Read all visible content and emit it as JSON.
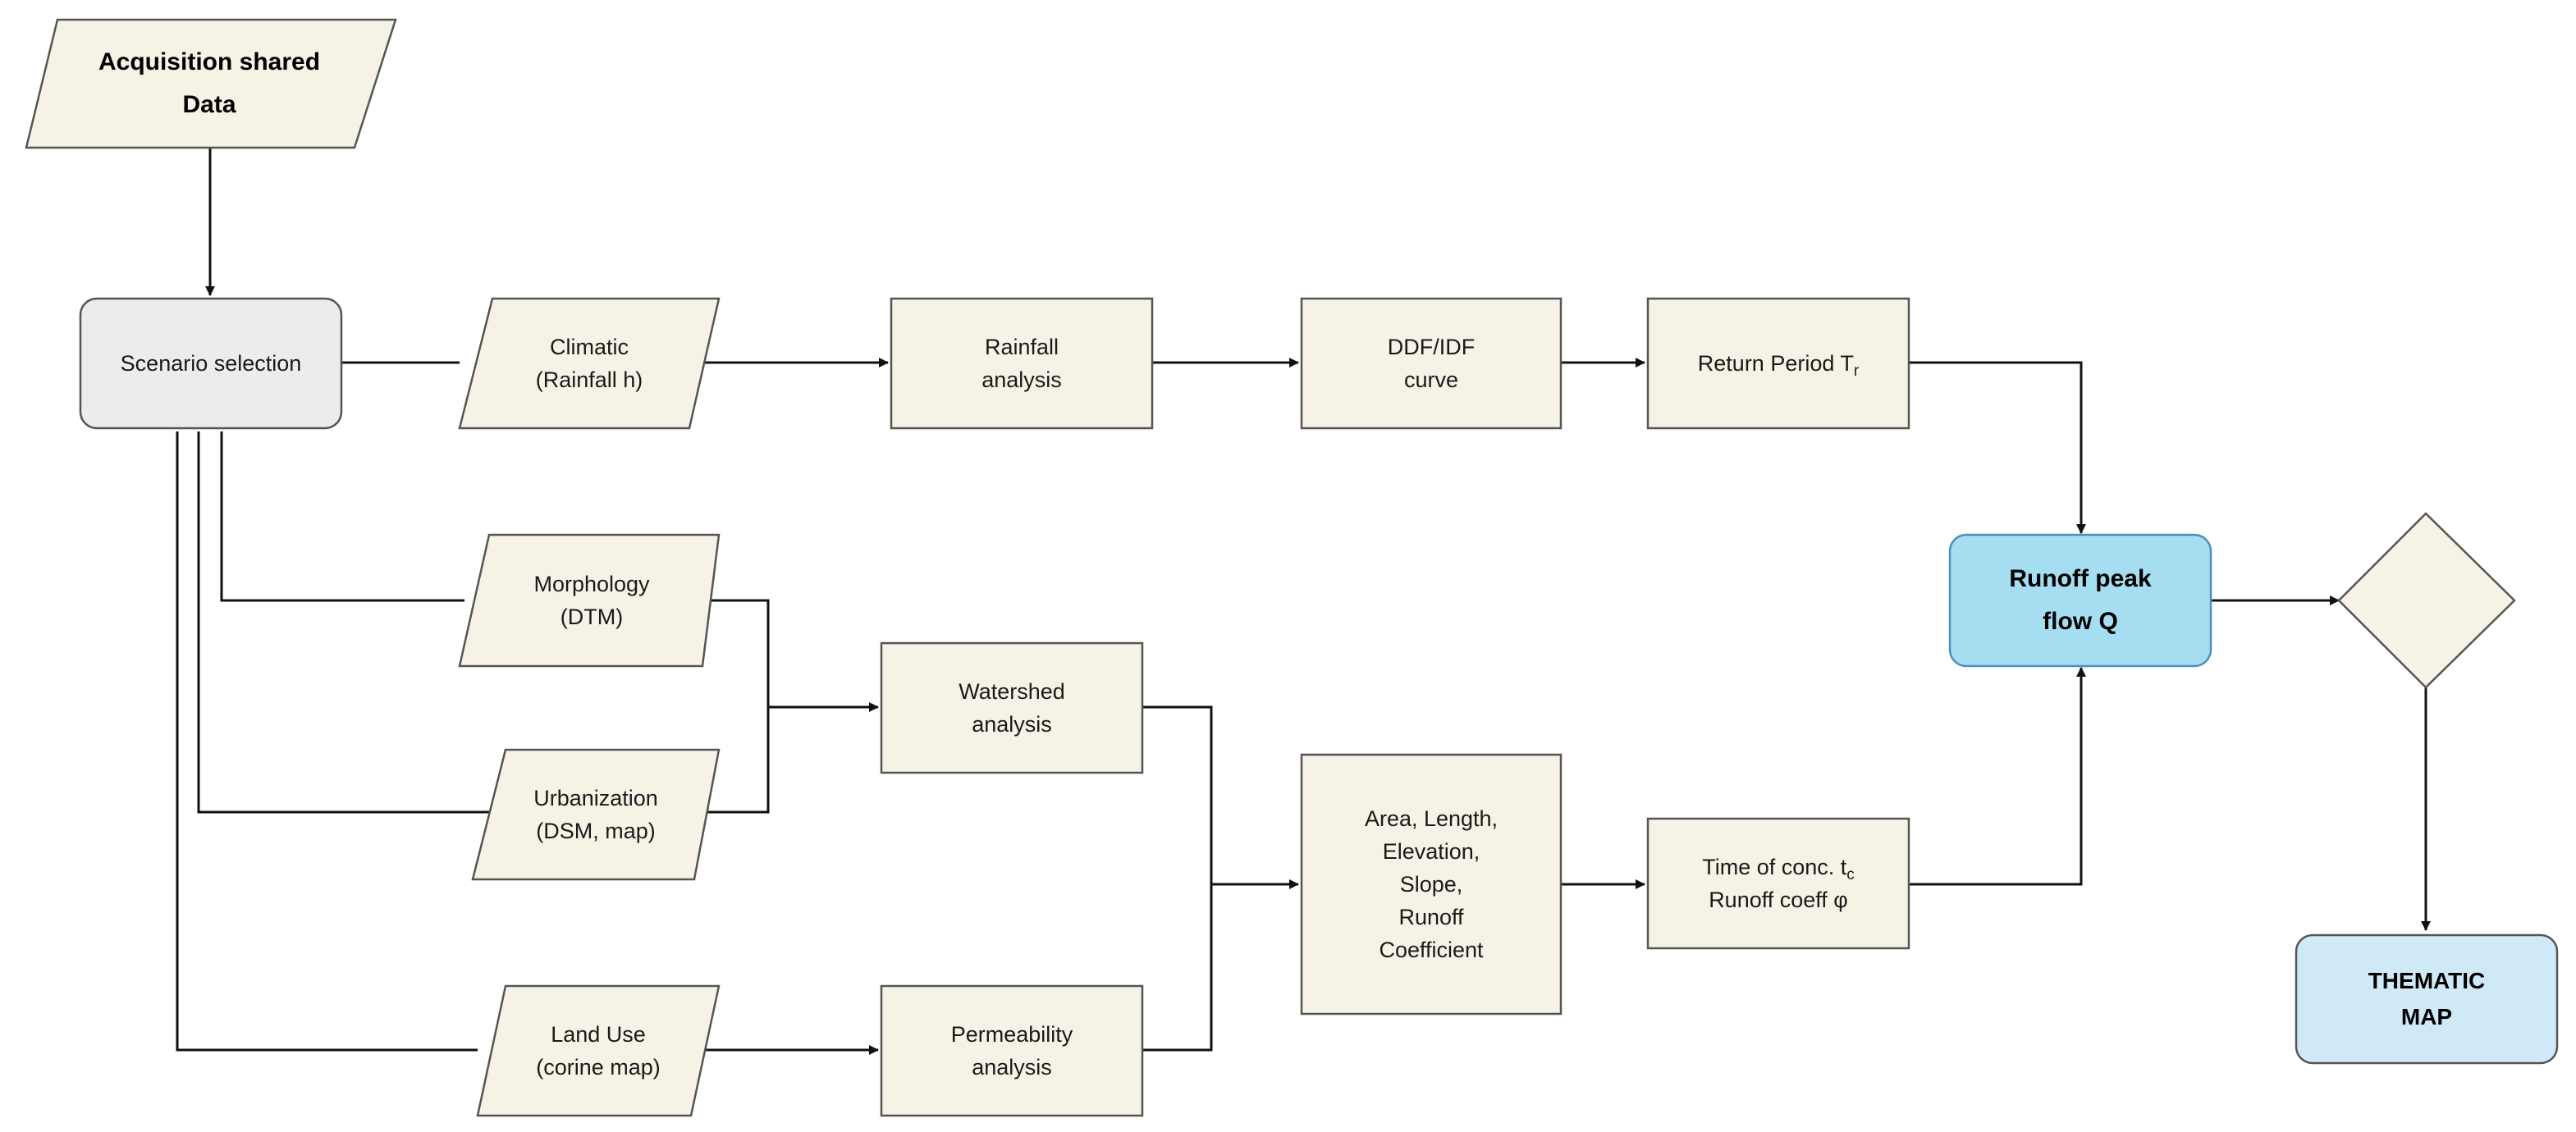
{
  "colors": {
    "box_fill": "#f7f2e6",
    "box_stroke": "#555555",
    "scenario_fill": "#ececec",
    "highlight_fill": "#a6def1",
    "highlight_stroke": "#4a90b8",
    "arrow": "#111111"
  },
  "nodes": {
    "acquisition": {
      "line1": "Acquisition shared",
      "line2": "Data"
    },
    "scenario": {
      "label": "Scenario selection"
    },
    "climatic": {
      "line1": "Climatic",
      "line2": "(Rainfall h)"
    },
    "rainfall_analysis": {
      "line1": "Rainfall",
      "line2": "analysis"
    },
    "ddf_idf": {
      "line1": "DDF/IDF",
      "line2": "curve"
    },
    "return_period": {
      "label": "Return Period T",
      "sub": "r"
    },
    "morphology": {
      "line1": "Morphology",
      "line2": "(DTM)"
    },
    "urbanization": {
      "line1": "Urbanization",
      "line2": "(DSM, map)"
    },
    "watershed": {
      "line1": "Watershed",
      "line2": "analysis"
    },
    "land_use": {
      "line1": "Land Use",
      "line2": "(corine map)"
    },
    "permeability": {
      "line1": "Permeability",
      "line2": "analysis"
    },
    "parameters": {
      "line1": "Area, Length,",
      "line2": "Elevation,",
      "line3": "Slope,",
      "line4": "Runoff",
      "line5": "Coefficient"
    },
    "time_conc": {
      "line1": "Time of conc. t",
      "line1_sub": "c",
      "line2": "Runoff coeff  φ"
    },
    "runoff_peak": {
      "line1": "Runoff peak",
      "line2": "flow Q"
    },
    "decision": {
      "label": ""
    },
    "thematic_map": {
      "line1": "THEMATIC",
      "line2": "MAP"
    }
  }
}
